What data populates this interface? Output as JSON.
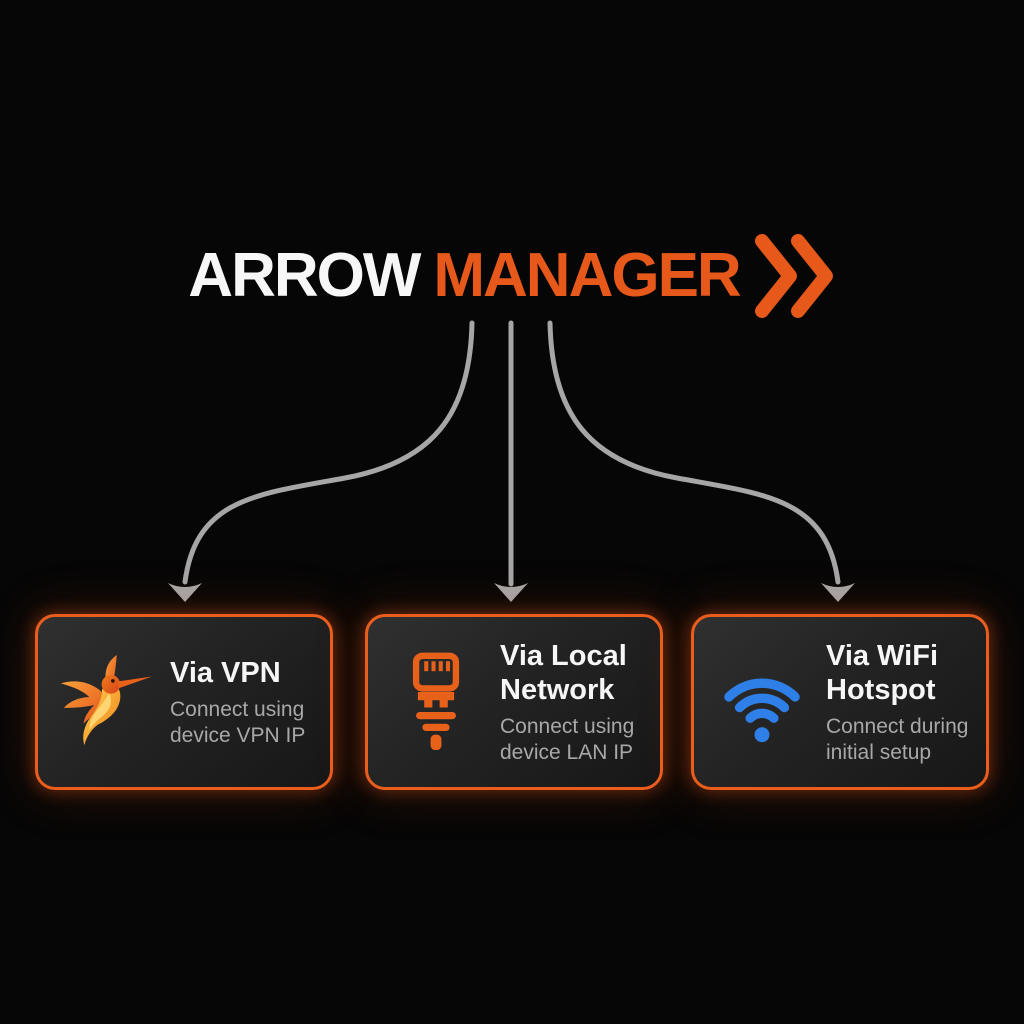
{
  "title": {
    "primary": "ARROW",
    "accent": "MANAGER",
    "chevron_icon": "double-chevron-right-icon"
  },
  "colors": {
    "background": "#060606",
    "title_white": "#F7F7F7",
    "accent_orange": "#E6591A",
    "card_border_orange": "#EA5E1D",
    "card_glow": "rgba(232,88,26,0.35)",
    "card_bg_top": "#303030",
    "card_bg_bottom": "#171717",
    "arrow_gray": "#A6A6A6",
    "card_title_white": "#F6F6F6",
    "card_subtitle_gray": "#A8A8A8",
    "ethernet_icon_orange": "#E8611B",
    "wifi_icon_blue": "#2F7FE8",
    "hummingbird_orange": "#EF7D1A",
    "hummingbird_yellow": "#FFD54F"
  },
  "cards": [
    {
      "id": "via-vpn",
      "icon": "hummingbird-icon",
      "title": "Via VPN",
      "subtitle": "Connect using device VPN IP"
    },
    {
      "id": "via-local-network",
      "icon": "ethernet-icon",
      "title": "Via Local Network",
      "subtitle": "Connect using device LAN IP"
    },
    {
      "id": "via-wifi-hotspot",
      "icon": "wifi-icon",
      "title": "Via WiFi Hotspot",
      "subtitle": "Connect during initial setup"
    }
  ]
}
